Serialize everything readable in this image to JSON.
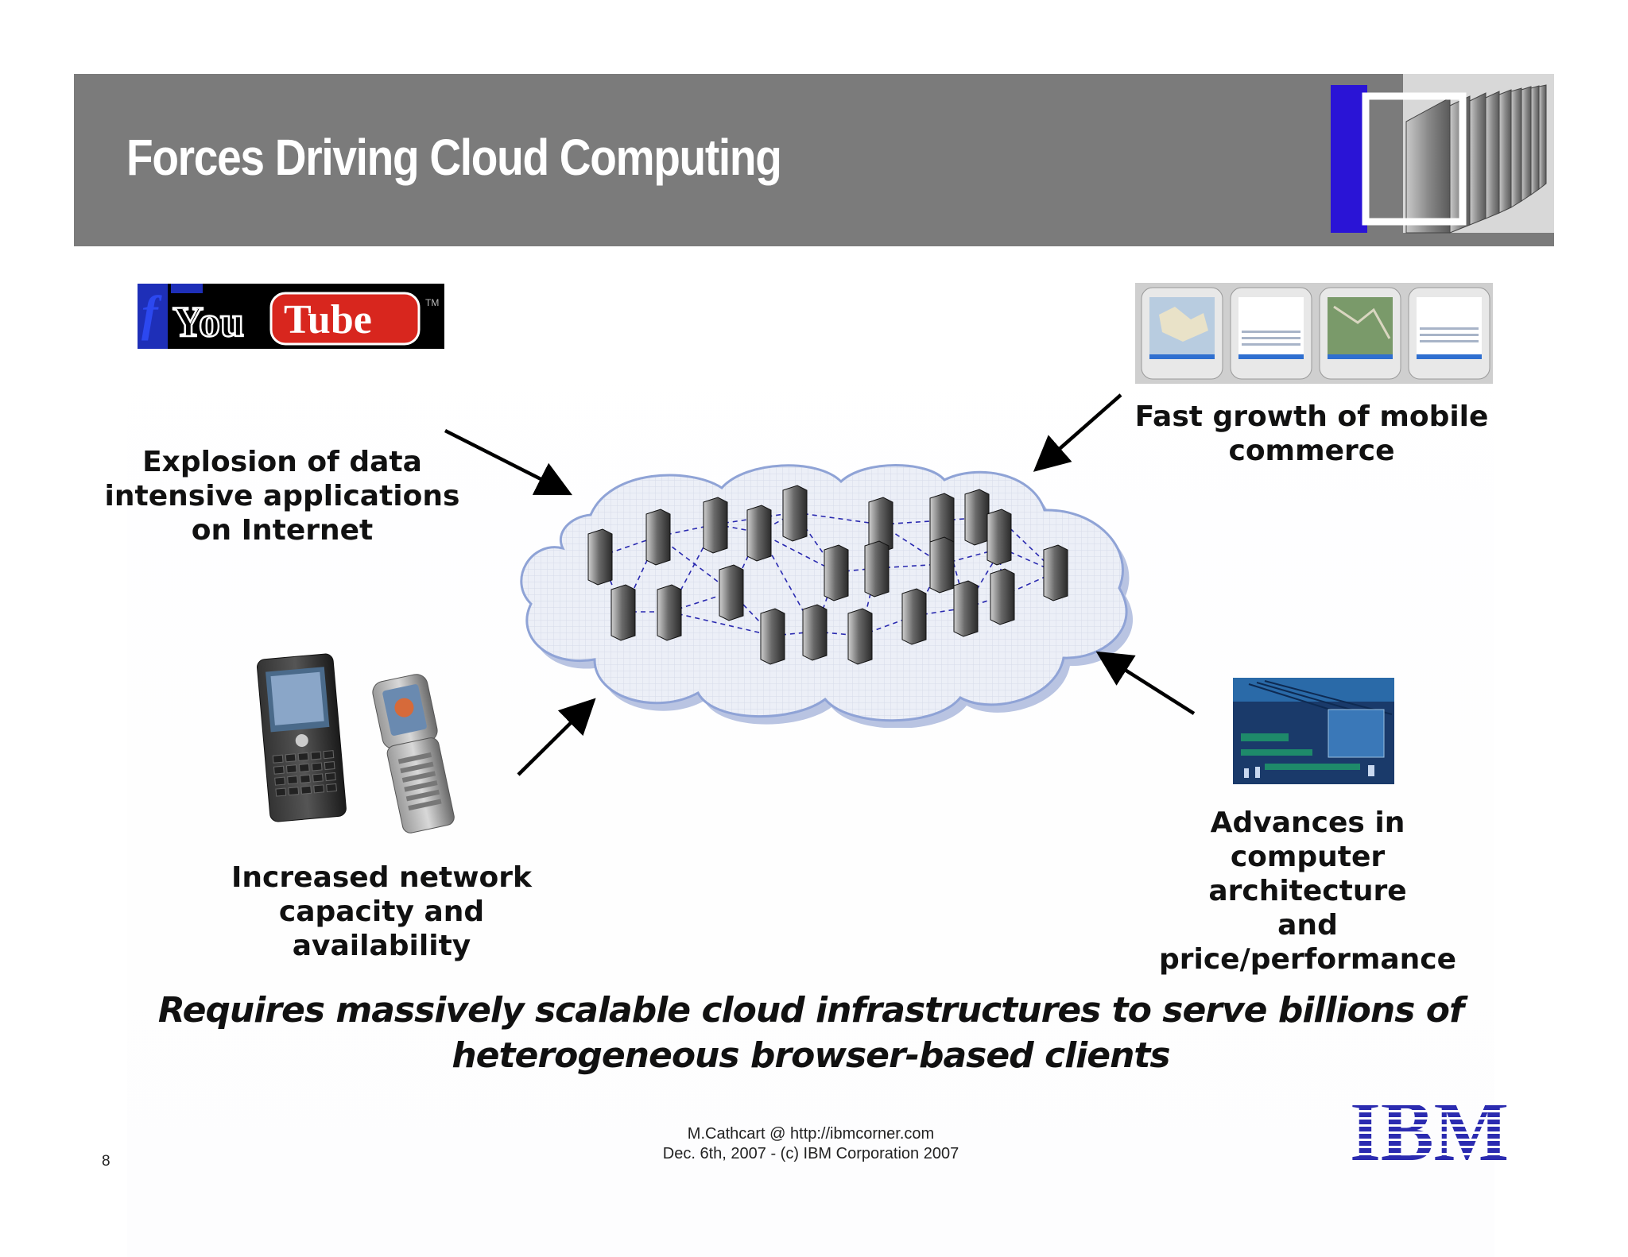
{
  "slide": {
    "title": "Forces Driving Cloud Computing",
    "page_number": "8"
  },
  "drivers": {
    "explosion": "Explosion of data\nintensive applications\non Internet",
    "mobile": "Fast growth of mobile\ncommerce",
    "network": "Increased network\ncapacity and availability",
    "advances": "Advances in\ncomputer architecture\nand\nprice/performance"
  },
  "youtube_logo_text": "You Tube",
  "conclusion": "Requires massively scalable cloud infrastructures to serve billions of\nheterogeneous browser-based clients",
  "footer": {
    "line1": "M.Cathcart @ http://ibmcorner.com",
    "line2": "Dec. 6th, 2007 - (c) IBM Corporation 2007"
  },
  "ibm_logo_text": "IBM",
  "colors": {
    "header": "#7b7b7b",
    "accent_blue": "#2a14d6",
    "ibm_blue": "#2b2bb0",
    "cloud_fill": "#e6e9f4",
    "cloud_stroke": "#8fa3d6"
  }
}
